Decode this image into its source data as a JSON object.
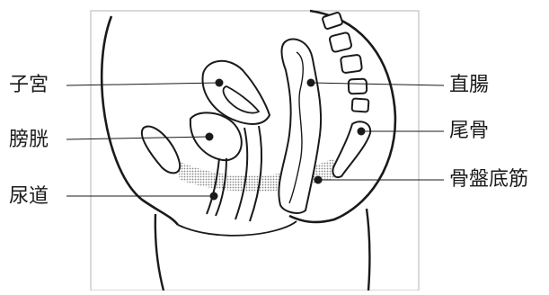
{
  "labels": {
    "uterus": "子宮",
    "bladder": "膀胱",
    "urethra": "尿道",
    "rectum": "直腸",
    "coccyx": "尾骨",
    "pelvic_floor": "骨盤底筋"
  },
  "colors": {
    "line": "#1a1a1a",
    "pelvic_floor_fill": "#9a9a9a",
    "frame": "#b5b5b5"
  }
}
